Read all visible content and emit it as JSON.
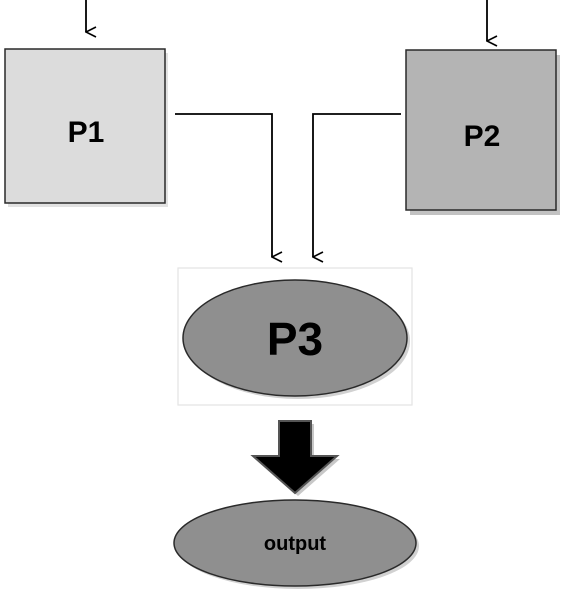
{
  "nodes": {
    "p1": {
      "label": "P1"
    },
    "p2": {
      "label": "P2"
    },
    "p3": {
      "label": "P3"
    },
    "output": {
      "label": "output"
    }
  },
  "colors": {
    "p1_fill": "#dcdcdc",
    "p2_fill": "#b4b4b4",
    "p3_fill": "#8f8f8f",
    "output_fill": "#8f8f8f",
    "stroke": "#2a2a2a",
    "connector": "#000000",
    "shadow": "#9a9a9a"
  }
}
